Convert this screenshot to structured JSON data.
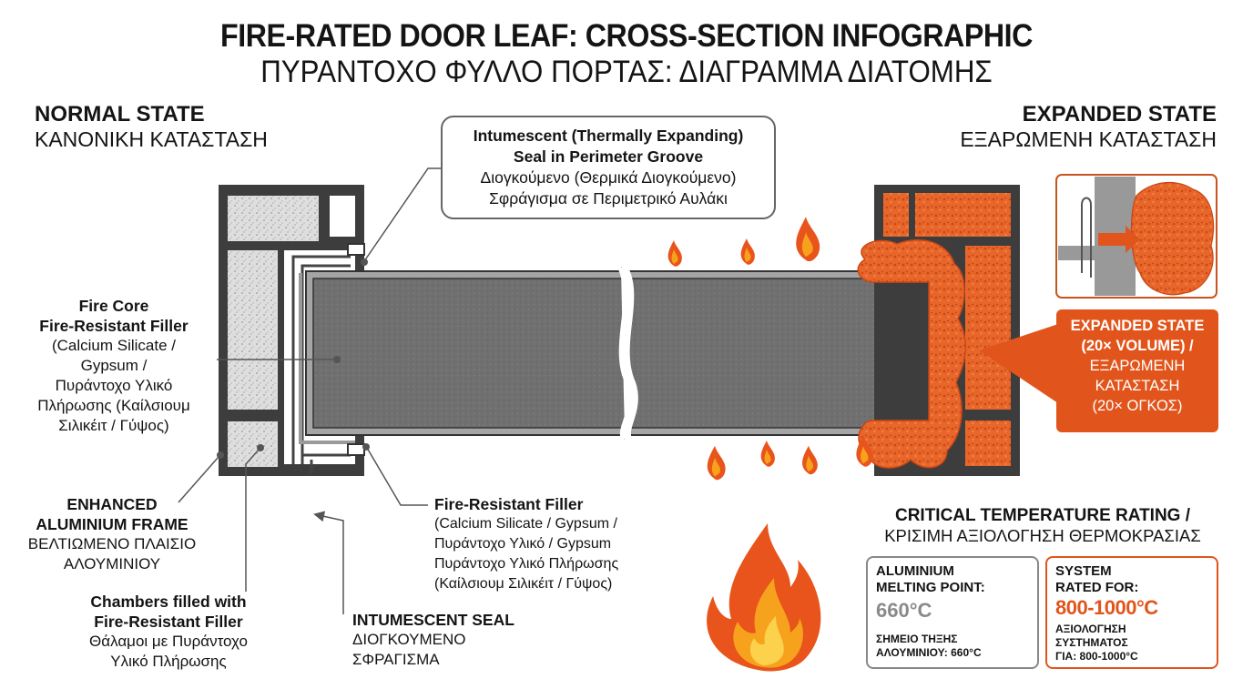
{
  "title": {
    "en": "FIRE-RATED DOOR LEAF: CROSS-SECTION INFOGRAPHIC",
    "el": "ΠΥΡΑΝΤΟΧΟ ΦΥΛΛΟ ΠΟΡΤΑΣ: ΔΙΑΓΡΑΜΜΑ ΔΙΑΤΟΜΗΣ"
  },
  "normal_state": {
    "en": "NORMAL STATE",
    "el": "ΚΑΝΟΝΙΚΗ ΚΑΤΑΣΤΑΣΗ"
  },
  "expanded_state": {
    "en": "EXPANDED STATE",
    "el": "ΕΞΑΡΩΜΕΝΗ ΚΑΤΑΣΤΑΣΗ"
  },
  "seal_callout": {
    "line1": "Intumescent (Thermally Expanding)",
    "line2": "Seal in Perimeter Groove",
    "line3": "Διογκούμενο (Θερμικά Διογκούμενο)",
    "line4": "Σφράγισμα σε Περιμετρικό Αυλάκι"
  },
  "fire_core": {
    "line1": "Fire Core",
    "line2": "Fire-Resistant Filler",
    "line3": "(Calcium Silicate /",
    "line4": "Gypsum /",
    "line5": "Πυράντοχο Υλικό",
    "line6": "Πλήρωσης (Καίλσιουμ",
    "line7": "Σιλικέιτ / Γύψος)"
  },
  "frame": {
    "line1": "ENHANCED",
    "line2": "ALUMINIUM FRAME",
    "line3": "ΒΕΛΤΙΩΜΕΝΟ ΠΛΑΙΣΙΟ",
    "line4": "ΑΛΟΥΜΙΝΙΟΥ"
  },
  "chambers": {
    "line1": "Chambers filled with",
    "line2": "Fire-Resistant Filler",
    "line3": "Θάλαμοι με Πυράντοχο",
    "line4": "Υλικό Πλήρωσης"
  },
  "intumescent_seal": {
    "line1": "INTUMESCENT SEAL",
    "line2": "ΔΙΟΓΚΟΥΜΕΝΟ",
    "line3": "ΣΦΡΑΓΙΣΜΑ"
  },
  "filler": {
    "line1": "Fire-Resistant Filler",
    "line2": "(Calcium Silicate / Gypsum /",
    "line3": "Πυράντοχο Υλικό / Gypsum",
    "line4": "Πυράντοχο Υλικό Πλήρωσης",
    "line5": "(Καίλσιουμ Σιλικέιτ / Γύψος)"
  },
  "expanded_callout": {
    "line1": "EXPANDED STATE",
    "line2": "(20× VOLUME) /",
    "line3": "ΕΞΑΡΩΜΕΝΗ",
    "line4": "ΚΑΤΑΣΤΑΣΗ",
    "line5": "(20× ΟΓΚΟΣ)"
  },
  "temperature": {
    "heading_en": "CRITICAL TEMPERATURE RATING /",
    "heading_el": "ΚΡΙΣΙΜΗ ΑΞΙΟΛΟΓΗΣΗ ΘΕΡΜΟΚΡΑΣΙΑΣ",
    "aluminium": {
      "line1": "ALUMINIUM",
      "line2": "MELTING POINT:",
      "value": "660°C",
      "el1": "ΣΗΜΕΙΟ ΤΗΞΗΣ",
      "el2": "ΑΛΟΥΜΙΝΙΟΥ: 660°C"
    },
    "system": {
      "line1": "SYSTEM",
      "line2": "RATED FOR:",
      "value": "800-1000°C",
      "el1": "ΑΞΙΟΛΟΓΗΣΗ",
      "el2": "ΣΥΣΤΗΜΑΤΟΣ",
      "el3": "ΓΙΑ: 800-1000°C"
    }
  },
  "colors": {
    "frame": "#3d3d3d",
    "door_core": "#6e6e6e",
    "filler": "#dcdcdc",
    "expanded": "#e1551c",
    "flame_outer": "#e8541b",
    "flame_inner": "#f7a21c"
  }
}
